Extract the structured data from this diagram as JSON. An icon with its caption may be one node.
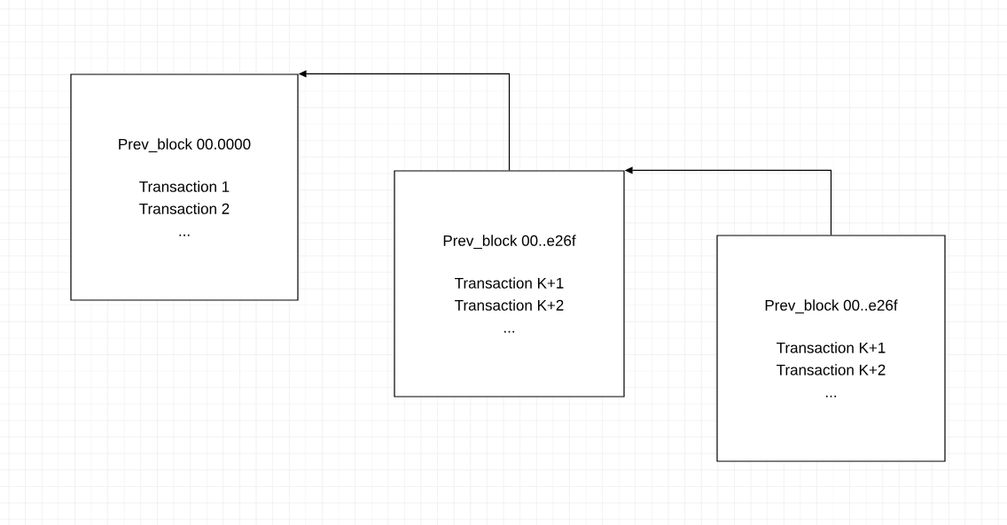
{
  "diagram": {
    "nodes": [
      {
        "text": [
          "Prev_block 00.0000",
          "Transaction 1",
          "Transaction 2",
          "..."
        ]
      },
      {
        "text": [
          "Prev_block 00..e26f",
          "Transaction K+1",
          "Transaction K+2",
          "..."
        ]
      },
      {
        "text": [
          "Prev_block 00..e26f",
          "Transaction K+1",
          "Transaction K+2",
          "..."
        ]
      }
    ],
    "edges": [
      {
        "from": 1,
        "to": 0,
        "arrow": "to"
      },
      {
        "from": 2,
        "to": 1,
        "arrow": "to"
      }
    ]
  }
}
